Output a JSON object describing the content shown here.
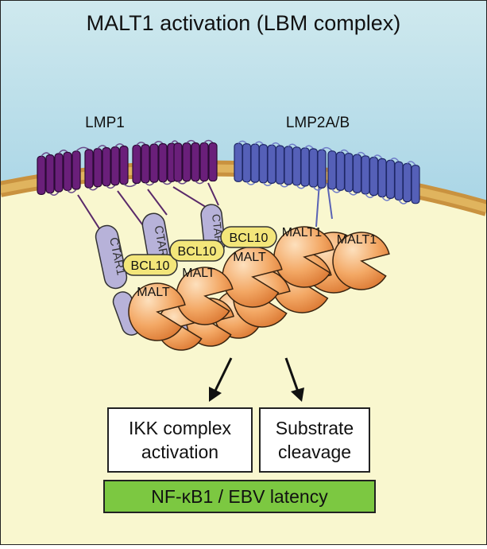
{
  "title": "MALT1 activation (LBM complex)",
  "labels": {
    "lmp1": "LMP1",
    "lmp2": "LMP2A/B",
    "ctar1": "CTAR1",
    "ctar": "CTAR",
    "bcl10": "BCL10",
    "malt": "MALT",
    "malt1": "MALT1"
  },
  "outcomes": {
    "ikk": "IKK complex\nactivation",
    "substrate": "Substrate\ncleavage"
  },
  "result": "NF-κB1 / EBV latency",
  "colors": {
    "sky_top": "#b5dbe8",
    "cytoplasm": "#f9f7cf",
    "membrane": "#d9a74e",
    "lmp1": "#6a1f7a",
    "lmp2": "#5560b8",
    "ctar": "#b7b2d9",
    "bcl10": "#f3e67a",
    "malt1": "#f0a15c",
    "banner": "#7cc841"
  }
}
